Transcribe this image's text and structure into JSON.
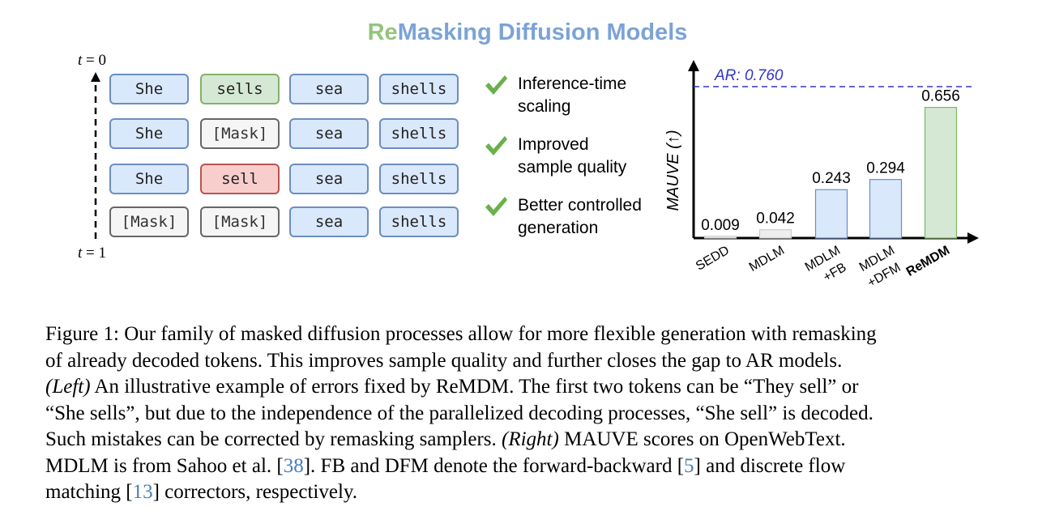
{
  "figure": {
    "title_part1": "Re",
    "title_part2": "Masking Diffusion Models",
    "title_colors": {
      "re": "#93c47d",
      "rest": "#7ba3d6"
    }
  },
  "left_panel": {
    "t_top": {
      "var": "t",
      "eq": " = 0"
    },
    "t_bottom": {
      "var": "t",
      "eq": " = 1"
    },
    "rows": [
      {
        "tokens": [
          {
            "text": "She",
            "style": "blue"
          },
          {
            "text": "sells",
            "style": "green"
          },
          {
            "text": "sea",
            "style": "blue"
          },
          {
            "text": "shells",
            "style": "blue"
          }
        ]
      },
      {
        "tokens": [
          {
            "text": "She",
            "style": "blue"
          },
          {
            "text": "[Mask]",
            "style": "mask"
          },
          {
            "text": "sea",
            "style": "blue"
          },
          {
            "text": "shells",
            "style": "blue"
          }
        ]
      },
      {
        "tokens": [
          {
            "text": "She",
            "style": "blue"
          },
          {
            "text": "sell",
            "style": "red"
          },
          {
            "text": "sea",
            "style": "blue"
          },
          {
            "text": "shells",
            "style": "blue"
          }
        ]
      },
      {
        "tokens": [
          {
            "text": "[Mask]",
            "style": "mask"
          },
          {
            "text": "[Mask]",
            "style": "mask"
          },
          {
            "text": "sea",
            "style": "blue"
          },
          {
            "text": "shells",
            "style": "blue"
          }
        ]
      }
    ]
  },
  "bullets": [
    {
      "line1": "Inference-time",
      "line2": "scaling",
      "icon": "check-icon"
    },
    {
      "line1": "Improved",
      "line2": "sample quality",
      "icon": "check-icon"
    },
    {
      "line1": "Better controlled",
      "line2": "generation",
      "icon": "check-icon"
    }
  ],
  "chart_data": {
    "type": "bar",
    "categories": [
      "SEDD",
      "MDLM",
      "MDLM +FB",
      "MDLM +DFM",
      "ReMDM"
    ],
    "category_lines": [
      [
        "SEDD"
      ],
      [
        "MDLM"
      ],
      [
        "MDLM",
        "+FB"
      ],
      [
        "MDLM",
        "+DFM"
      ],
      [
        "ReMDM"
      ]
    ],
    "values": [
      0.009,
      0.042,
      0.243,
      0.294,
      0.656
    ],
    "value_labels": [
      "0.009",
      "0.042",
      "0.243",
      "0.294",
      "0.656"
    ],
    "bar_colors": [
      "#f2f2f2",
      "#eeeeee",
      "#dae8fc",
      "#dae8fc",
      "#d5e8d4"
    ],
    "bar_strokes": [
      "#cccccc",
      "#cccccc",
      "#6c8ebf",
      "#6c8ebf",
      "#82b366"
    ],
    "bold_category": "ReMDM",
    "ylabel": "MAUVE (↑)",
    "reference_line": {
      "label": "AR: 0.760",
      "value": 0.76,
      "color": "#3333cc"
    },
    "ylim": [
      0,
      0.8
    ]
  },
  "caption": {
    "lines": [
      [
        {
          "t": "Figure 1: Our family of masked diffusion processes allow for more flexible generation with remasking"
        }
      ],
      [
        {
          "t": "of already decoded tokens. This improves sample quality and further closes the gap to AR models."
        }
      ],
      [
        {
          "t": "(Left)",
          "s": "i"
        },
        {
          "t": " An illustrative example of errors fixed by ReMDM. The first two tokens can be “They sell” or"
        }
      ],
      [
        {
          "t": "“She sells”, but due to the independence of the parallelized decoding processes, “She sell” is decoded."
        }
      ],
      [
        {
          "t": "Such mistakes can be corrected by remasking samplers. "
        },
        {
          "t": "(Right)",
          "s": "i"
        },
        {
          "t": " MAUVE scores on OpenWebText."
        }
      ],
      [
        {
          "t": "MDLM is from Sahoo et al. ["
        },
        {
          "t": "38",
          "s": "ref"
        },
        {
          "t": "]. FB and DFM denote the forward-backward ["
        },
        {
          "t": "5",
          "s": "ref"
        },
        {
          "t": "] and discrete flow"
        }
      ],
      [
        {
          "t": "matching ["
        },
        {
          "t": "13",
          "s": "ref"
        },
        {
          "t": "] correctors, respectively."
        }
      ]
    ]
  }
}
